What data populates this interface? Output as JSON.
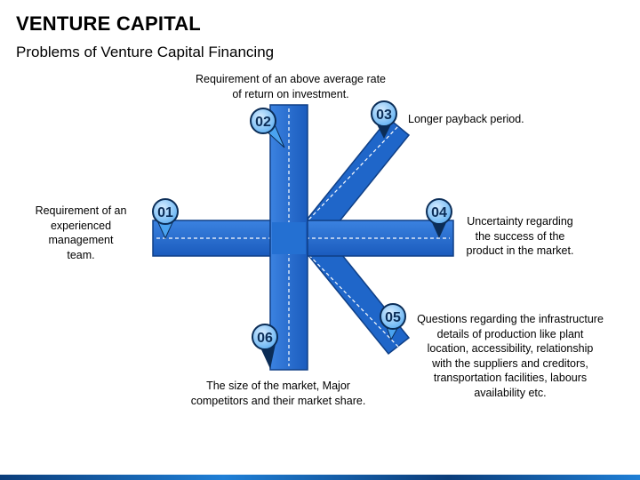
{
  "header": {
    "title": "VENTURE CAPITAL",
    "subtitle": "Problems of Venture Capital Financing"
  },
  "colors": {
    "road": "#1f66c9",
    "road_edge": "#0f3f86",
    "pin_fill": "#4aa3f0",
    "pin_ring": "#0b2d57",
    "pin_text": "#0b2d57"
  },
  "diagram": {
    "items": [
      {
        "number": "01",
        "text": "Requirement of an\nexperienced\nmanagement\nteam."
      },
      {
        "number": "02",
        "text": "Requirement of an above average rate\nof return on investment."
      },
      {
        "number": "03",
        "text": "Longer payback period."
      },
      {
        "number": "04",
        "text": "Uncertainty regarding\nthe success of the\nproduct in the market."
      },
      {
        "number": "05",
        "text": "Questions regarding the infrastructure\ndetails of production like plant\nlocation, accessibility, relationship\nwith the suppliers and creditors,\ntransportation facilities, labours\navailability etc."
      },
      {
        "number": "06",
        "text": "The size of the market, Major\ncompetitors and their market share."
      }
    ]
  }
}
